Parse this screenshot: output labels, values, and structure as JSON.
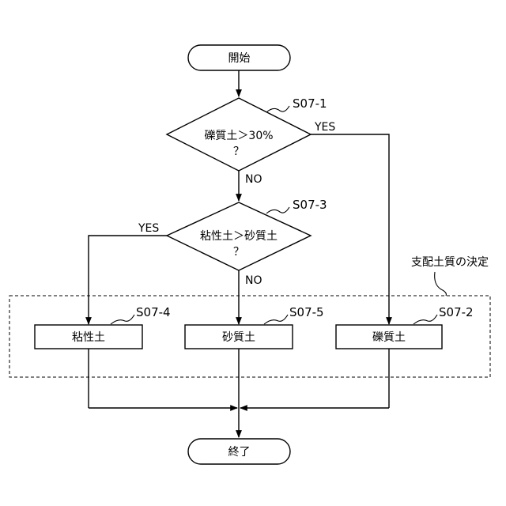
{
  "nodes": {
    "start": {
      "label": "開始"
    },
    "decision_1": {
      "line1": "礫質土＞30%",
      "line2": "？",
      "step": "S07-1"
    },
    "decision_2": {
      "line1": "粘性土＞砂質土",
      "line2": "？",
      "step": "S07-3"
    },
    "box_clay": {
      "label": "粘性土",
      "step": "S07-4"
    },
    "box_sand": {
      "label": "砂質土",
      "step": "S07-5"
    },
    "box_gravel": {
      "label": "礫質土",
      "step": "S07-2"
    },
    "end": {
      "label": "終了"
    }
  },
  "edges": {
    "d1_yes": "YES",
    "d1_no": "NO",
    "d2_yes": "YES",
    "d2_no": "NO"
  },
  "group": {
    "label": "支配土質の決定"
  }
}
